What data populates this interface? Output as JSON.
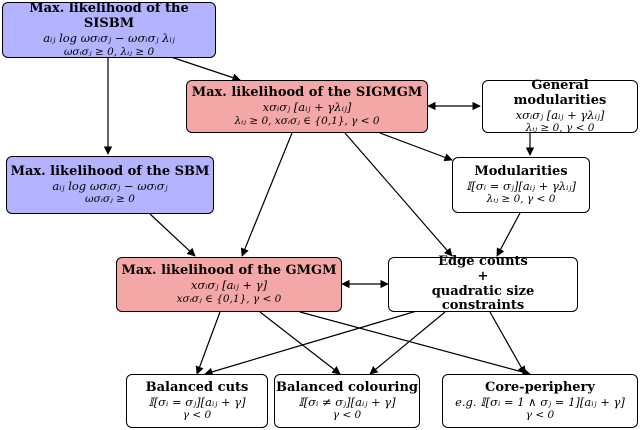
{
  "nodes": {
    "sisbm": {
      "title": "Max. likelihood of the SISBM",
      "eq": "aᵢⱼ log ωσᵢσⱼ − ωσᵢσⱼ λᵢⱼ",
      "cons": "ωσᵢσⱼ ≥ 0, λᵢⱼ ≥ 0",
      "color": "#b3b3ff"
    },
    "sigmgm": {
      "title": "Max. likelihood of the SIGMGM",
      "eq": "xσᵢσⱼ [aᵢⱼ + γλᵢⱼ]",
      "cons": "λᵢⱼ ≥ 0, xσᵢσⱼ ∈ {0,1}, γ < 0",
      "color": "#f4a7a7"
    },
    "general_mod": {
      "title": "General modularities",
      "eq": "xσᵢσⱼ [aᵢⱼ + γλᵢⱼ]",
      "cons": "λᵢⱼ ≥ 0, γ < 0"
    },
    "sbm": {
      "title": "Max. likelihood of the SBM",
      "eq": "aᵢⱼ log ωσᵢσⱼ − ωσᵢσⱼ",
      "cons": "ωσᵢσⱼ ≥ 0",
      "color": "#b3b3ff"
    },
    "modularities": {
      "title": "Modularities",
      "eq": "𝕀[σᵢ = σⱼ][aᵢⱼ + γλᵢⱼ]",
      "cons": "λᵢⱼ ≥ 0, γ < 0"
    },
    "gmgm": {
      "title": "Max. likelihood of the GMGM",
      "eq": "xσᵢσⱼ [aᵢⱼ + γ]",
      "cons": "xσᵢσⱼ ∈ {0,1}, γ < 0",
      "color": "#f4a7a7"
    },
    "edge_counts": {
      "title": "Edge counts",
      "plus": "+",
      "title2": "quadratic size constraints"
    },
    "balanced_cuts": {
      "title": "Balanced cuts",
      "eq": "𝕀[σᵢ = σⱼ][aᵢⱼ + γ]",
      "cons": "γ < 0"
    },
    "balanced_colouring": {
      "title": "Balanced colouring",
      "eq": "𝕀[σᵢ ≠ σⱼ][aᵢⱼ + γ]",
      "cons": "γ < 0"
    },
    "core_periphery": {
      "title": "Core-periphery",
      "eq": "e.g. 𝕀[σᵢ = 1 ∧ σⱼ = 1][aᵢⱼ + γ]",
      "cons": "γ < 0"
    }
  }
}
